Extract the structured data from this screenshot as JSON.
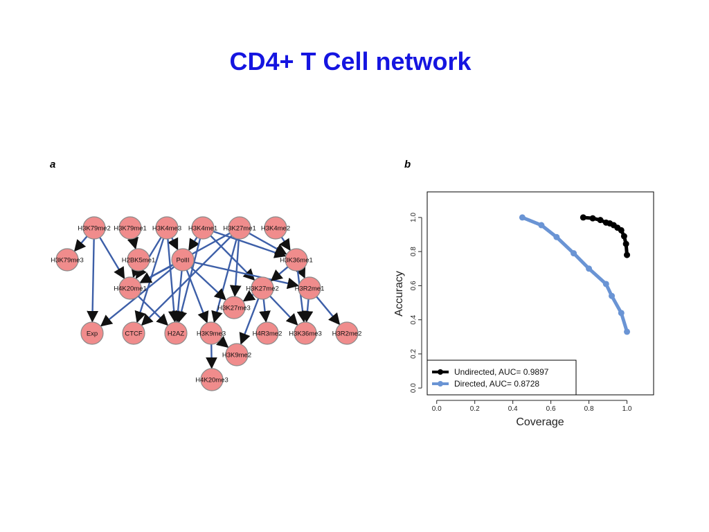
{
  "title": "CD4+ T Cell network",
  "panel_a_label": "a",
  "panel_b_label": "b",
  "network": {
    "nodes": [
      {
        "id": "H3K79me2",
        "label": "H3K79me2"
      },
      {
        "id": "H3K79me1",
        "label": "H3K79me1"
      },
      {
        "id": "H3K4me3",
        "label": "H3K4me3"
      },
      {
        "id": "H3K4me1",
        "label": "H3K4me1"
      },
      {
        "id": "H3K27me1",
        "label": "H3K27me1"
      },
      {
        "id": "H3K4me2",
        "label": "H3K4me2"
      },
      {
        "id": "H3K79me3",
        "label": "H3K79me3"
      },
      {
        "id": "H2BK5me1",
        "label": "H2BK5me1"
      },
      {
        "id": "PolII",
        "label": "PolII"
      },
      {
        "id": "H3K36me1",
        "label": "H3K36me1"
      },
      {
        "id": "H4K20me1",
        "label": "H4K20me1"
      },
      {
        "id": "H3K27me2",
        "label": "H3K27me2"
      },
      {
        "id": "H3R2me1",
        "label": "H3R2me1"
      },
      {
        "id": "H3K27me3",
        "label": "H3K27me3"
      },
      {
        "id": "Exp",
        "label": "Exp"
      },
      {
        "id": "CTCF",
        "label": "CTCF"
      },
      {
        "id": "H2AZ",
        "label": "H2AZ"
      },
      {
        "id": "H3K9me3",
        "label": "H3K9me3"
      },
      {
        "id": "H4R3me2",
        "label": "H4R3me2"
      },
      {
        "id": "H3K36me3",
        "label": "H3K36me3"
      },
      {
        "id": "H3R2me2",
        "label": "H3R2me2"
      },
      {
        "id": "H3K9me2",
        "label": "H3K9me2"
      },
      {
        "id": "H4K20me3",
        "label": "H4K20me3"
      }
    ],
    "edges": [
      {
        "from": "H3K79me2",
        "to": "H3K79me3"
      },
      {
        "from": "H3K79me2",
        "to": "Exp"
      },
      {
        "from": "H3K79me2",
        "to": "H4K20me1"
      },
      {
        "from": "H3K79me1",
        "to": "H2BK5me1"
      },
      {
        "from": "H3K4me3",
        "to": "PolII"
      },
      {
        "from": "H3K4me3",
        "to": "H4K20me1"
      },
      {
        "from": "H3K4me3",
        "to": "CTCF"
      },
      {
        "from": "H3K4me3",
        "to": "H2AZ"
      },
      {
        "from": "H3K4me1",
        "to": "PolII"
      },
      {
        "from": "H3K4me1",
        "to": "H2AZ"
      },
      {
        "from": "H3K4me1",
        "to": "H3K36me1"
      },
      {
        "from": "H3K4me1",
        "to": "H3K27me2"
      },
      {
        "from": "H3K27me1",
        "to": "H4K20me1"
      },
      {
        "from": "H3K27me1",
        "to": "CTCF"
      },
      {
        "from": "H3K27me1",
        "to": "H3K27me3"
      },
      {
        "from": "H3K27me1",
        "to": "H3K9me3"
      },
      {
        "from": "H3K27me1",
        "to": "H3K36me1"
      },
      {
        "from": "H3K4me2",
        "to": "H3K36me1"
      },
      {
        "from": "H2BK5me1",
        "to": "H4K20me1"
      },
      {
        "from": "PolII",
        "to": "H4K20me1"
      },
      {
        "from": "PolII",
        "to": "Exp"
      },
      {
        "from": "PolII",
        "to": "H2AZ"
      },
      {
        "from": "PolII",
        "to": "H3K27me3"
      },
      {
        "from": "PolII",
        "to": "H3K9me3"
      },
      {
        "from": "PolII",
        "to": "H3R2me1"
      },
      {
        "from": "H3K36me1",
        "to": "H3K27me2"
      },
      {
        "from": "H3K36me1",
        "to": "H3R2me1"
      },
      {
        "from": "H3K36me1",
        "to": "H3K36me3"
      },
      {
        "from": "H4K20me1",
        "to": "H2AZ"
      },
      {
        "from": "H3K27me2",
        "to": "H3K27me3"
      },
      {
        "from": "H3K27me2",
        "to": "H4R3me2"
      },
      {
        "from": "H3K27me2",
        "to": "H3K36me3"
      },
      {
        "from": "H3K27me2",
        "to": "H3K9me2"
      },
      {
        "from": "H3R2me1",
        "to": "H3R2me2"
      },
      {
        "from": "H3R2me1",
        "to": "H3K36me3"
      },
      {
        "from": "H3K9me3",
        "to": "H3K9me2"
      },
      {
        "from": "H3K9me3",
        "to": "H4K20me3"
      }
    ],
    "colors": {
      "node_fill": "#f08c8c",
      "node_stroke": "#8a8a8a",
      "edge": "#3d5fa8",
      "arrow": "#111111"
    }
  },
  "chart_data": {
    "type": "line",
    "xlabel": "Coverage",
    "ylabel": "Accuracy",
    "xlim": [
      -0.05,
      1.14
    ],
    "ylim": [
      -0.04,
      1.15
    ],
    "xticks": [
      "0.0",
      "0.2",
      "0.4",
      "0.6",
      "0.8",
      "1.0"
    ],
    "yticks": [
      "0.0",
      "0.2",
      "0.4",
      "0.6",
      "0.8",
      "1.0"
    ],
    "grid": false,
    "legend": "bottom-left",
    "series": [
      {
        "name": "Undirected, AUC=  0.9897",
        "color": "#000000",
        "x": [
          0.77,
          0.82,
          0.86,
          0.89,
          0.91,
          0.93,
          0.95,
          0.97,
          0.985,
          0.995,
          1.0
        ],
        "y": [
          1.0,
          0.995,
          0.985,
          0.97,
          0.965,
          0.955,
          0.94,
          0.925,
          0.89,
          0.845,
          0.78
        ]
      },
      {
        "name": "Directed, AUC=  0.8728",
        "color": "#6a94d4",
        "x": [
          0.45,
          0.55,
          0.63,
          0.72,
          0.8,
          0.89,
          0.92,
          0.97,
          1.0
        ],
        "y": [
          1.0,
          0.955,
          0.885,
          0.79,
          0.7,
          0.61,
          0.54,
          0.44,
          0.33
        ]
      }
    ]
  }
}
